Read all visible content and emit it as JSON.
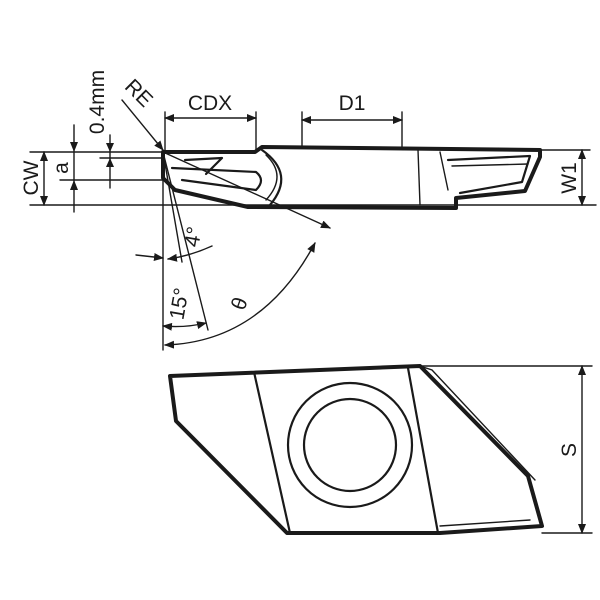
{
  "labels": {
    "cw": "CW",
    "a": "a",
    "offset": "0.4mm",
    "re": "RE",
    "cdx": "CDX",
    "d1": "D1",
    "w1": "W1",
    "angle_4": "4°",
    "angle_15": "15°",
    "theta": "θ",
    "s": "S"
  }
}
